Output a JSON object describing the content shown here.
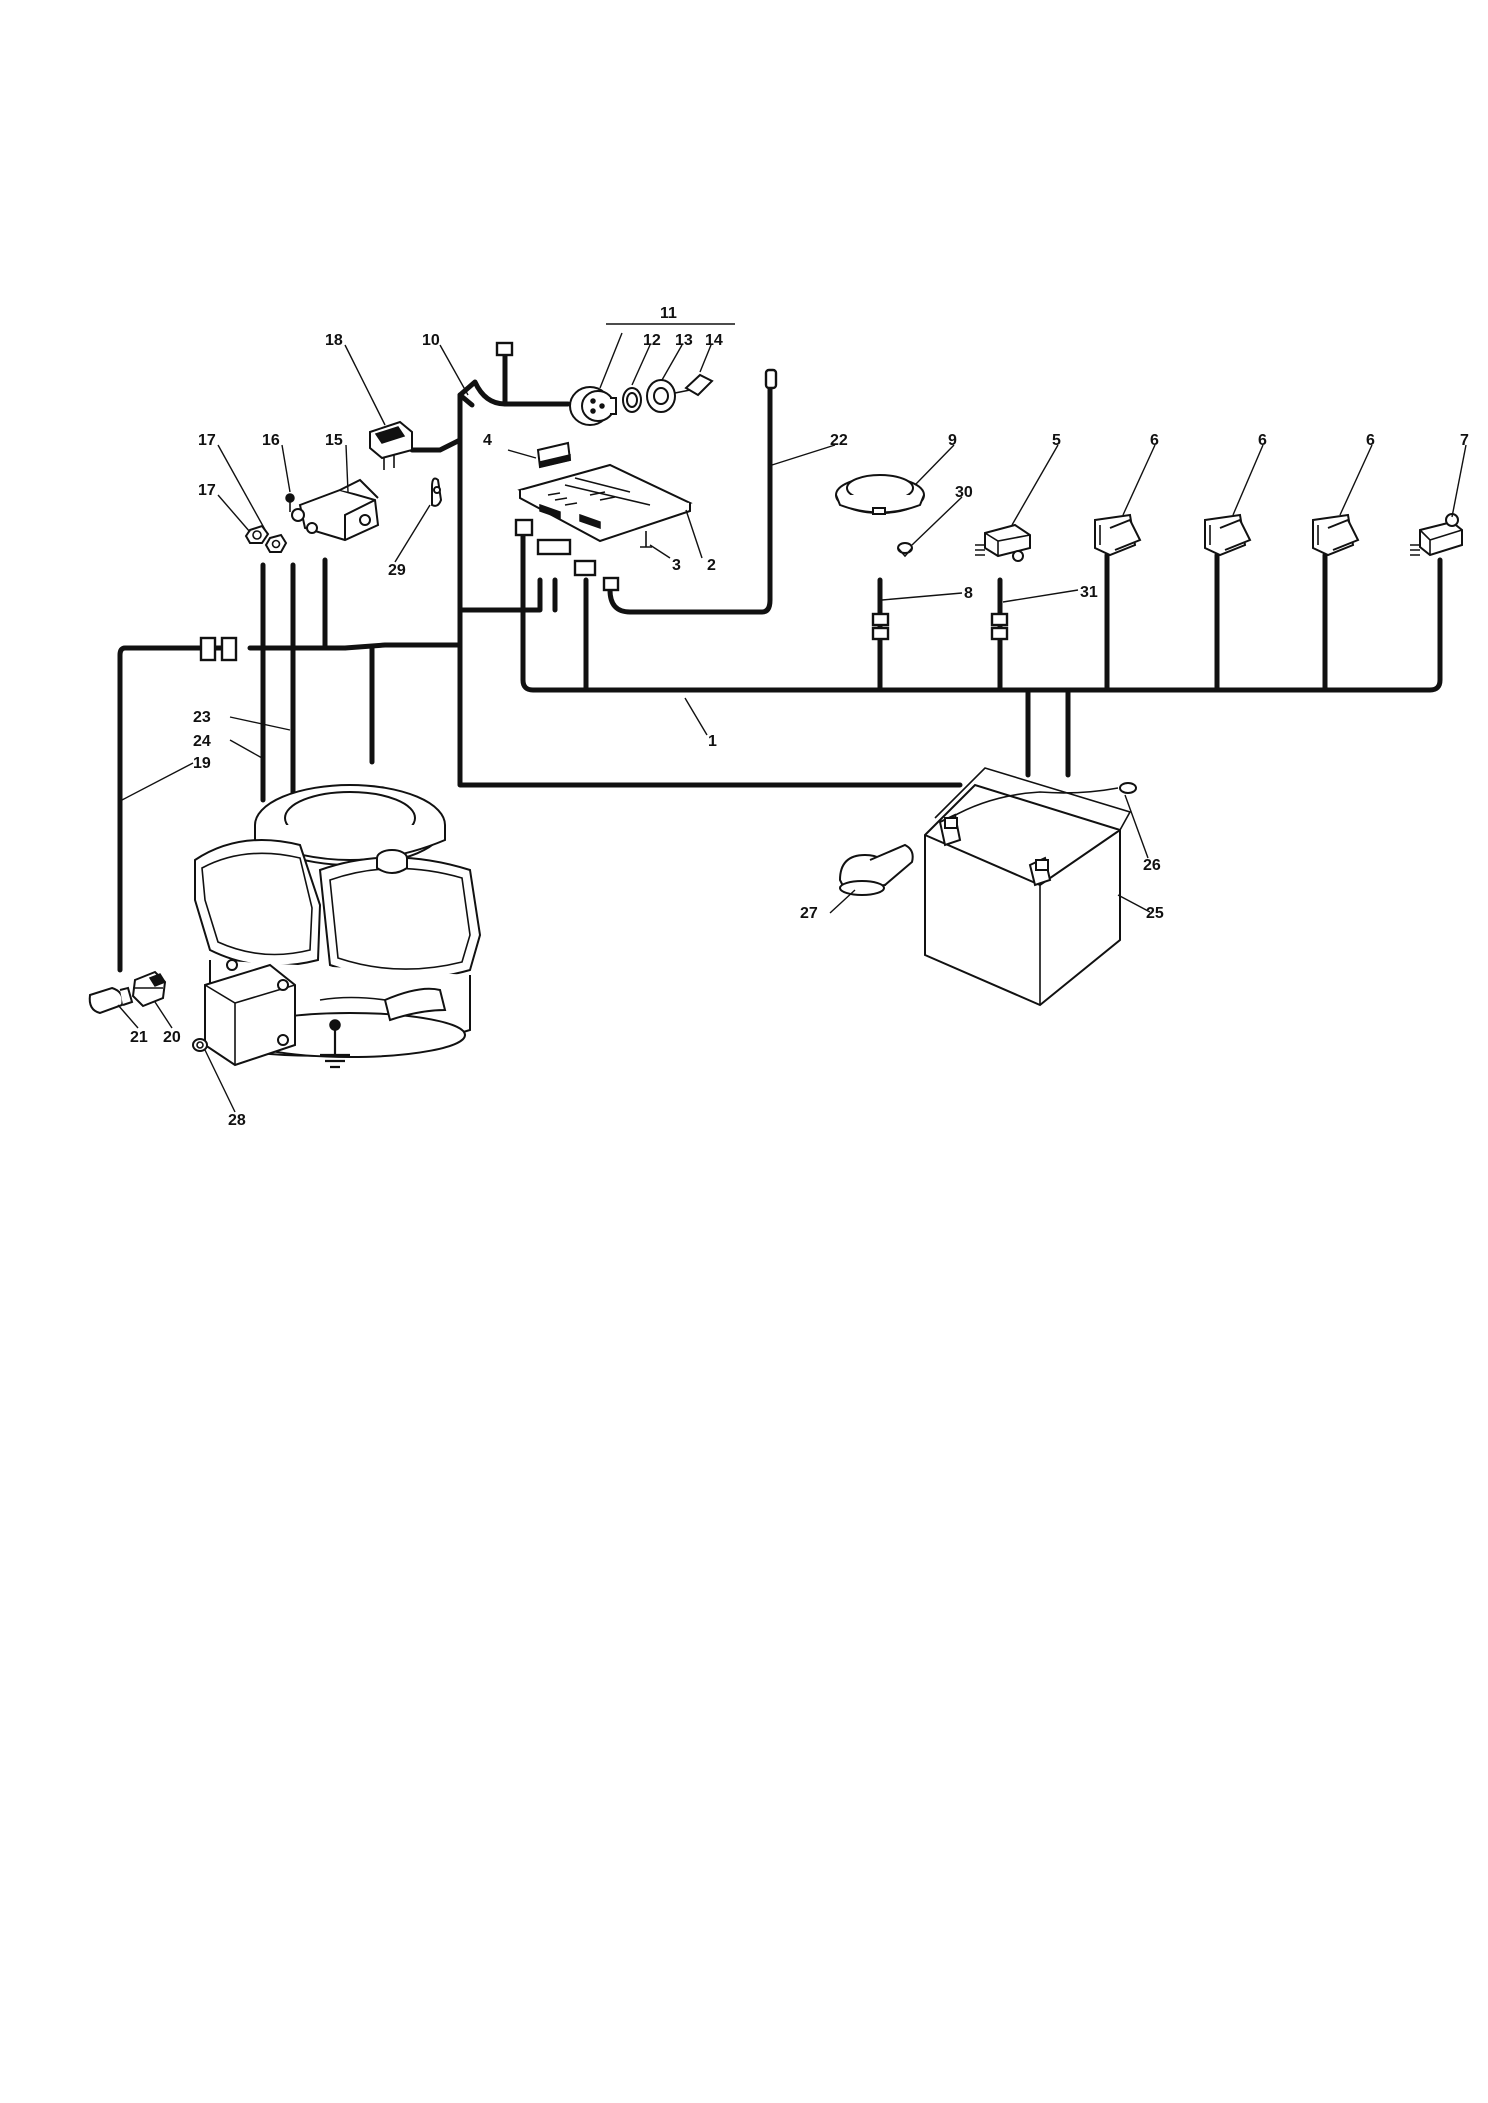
{
  "callouts": {
    "c1": "1",
    "c2": "2",
    "c3": "3",
    "c4": "4",
    "c5": "5",
    "c6a": "6",
    "c6b": "6",
    "c6c": "6",
    "c7": "7",
    "c8": "8",
    "c9": "9",
    "c10": "10",
    "c11": "11",
    "c12": "12",
    "c13": "13",
    "c14": "14",
    "c15": "15",
    "c16": "16",
    "c17a": "17",
    "c17b": "17",
    "c18": "18",
    "c19": "19",
    "c20": "20",
    "c21": "21",
    "c22": "22",
    "c23": "23",
    "c24": "24",
    "c25": "25",
    "c26": "26",
    "c27": "27",
    "c28": "28",
    "c29": "29",
    "c30": "30",
    "c31": "31"
  }
}
